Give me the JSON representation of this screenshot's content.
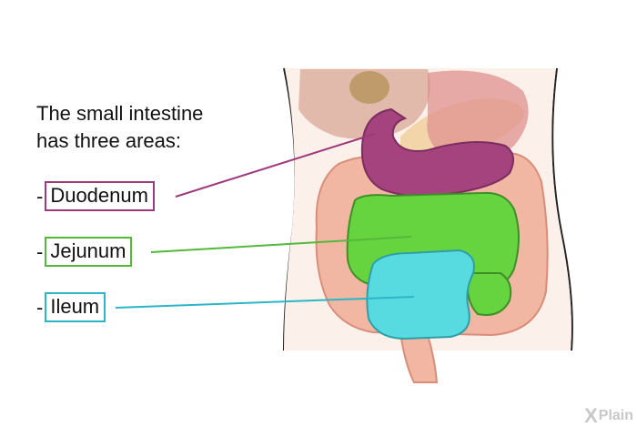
{
  "intro": {
    "line1": "The small intestine",
    "line2": "has three areas:"
  },
  "labels": [
    {
      "dash": "-",
      "text": "Duodenum",
      "color": "#9e3a7c"
    },
    {
      "dash": "-",
      "text": "Jejunum",
      "color": "#54b83a"
    },
    {
      "dash": "-",
      "text": "Ileum",
      "color": "#2bb6c8"
    }
  ],
  "logo": {
    "text": "Plain",
    "mark": "X"
  }
}
